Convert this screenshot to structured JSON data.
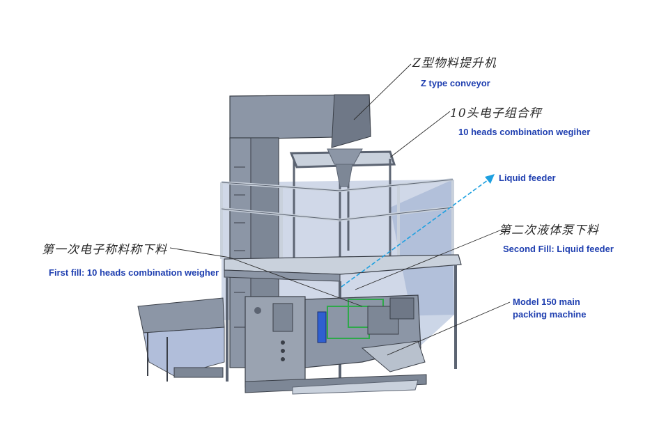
{
  "labels": {
    "z_conveyor_cn": "Z型物料提升机",
    "z_conveyor_en": "Z type conveyor",
    "weigher_cn": "10头电子组合秤",
    "weigher_en": "10 heads combination wegiher",
    "liquid_feeder_en": "Liquid feeder",
    "second_fill_cn": "第二次液体泵下料",
    "second_fill_en": "Second Fill: Liquid feeder",
    "first_fill_cn": "第一次电子称料称下料",
    "first_fill_en": "First fill: 10 heads combination weigher",
    "main_machine_en_line1": "Model 150 main",
    "main_machine_en_line2": "packing machine"
  },
  "colors": {
    "machine_body": "#8c96a6",
    "machine_dark": "#5c6472",
    "frame_light": "#c9d1dc",
    "glass": "#a9b8d6",
    "label_blue": "#1f3fb0",
    "label_text": "#2a2a2a",
    "arrow_cyan": "#1ea0e0"
  }
}
